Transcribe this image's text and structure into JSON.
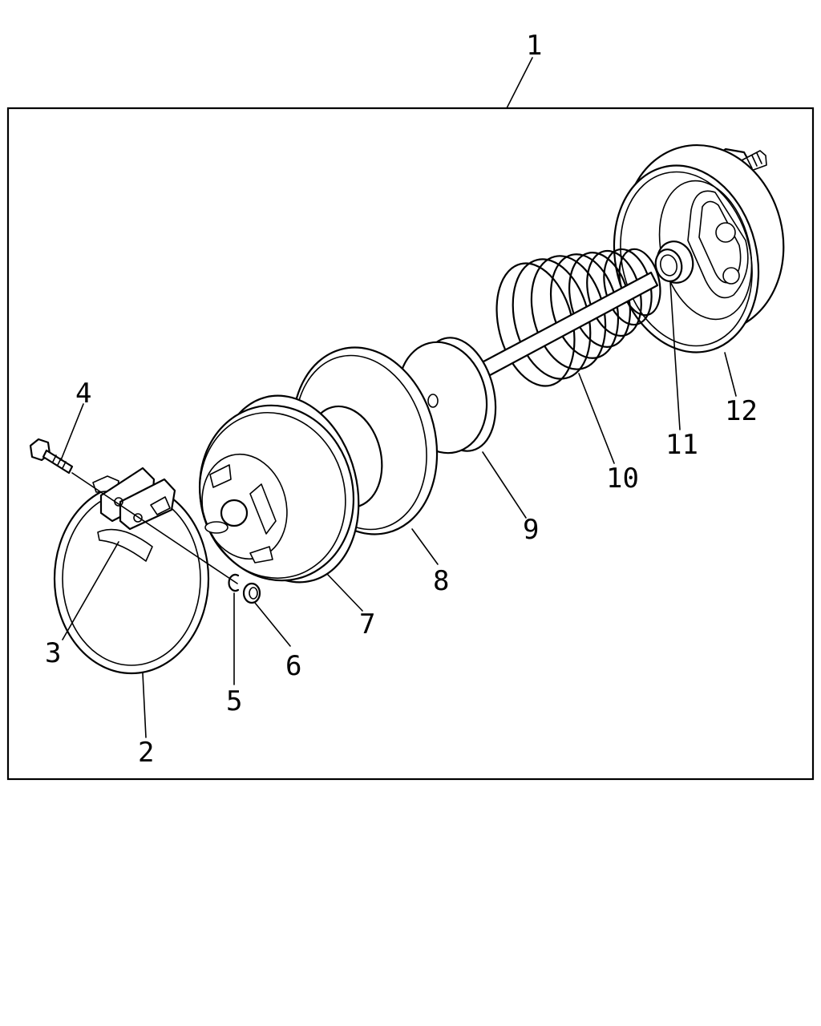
{
  "diagram": {
    "colors": {
      "line": "#000000",
      "background": "#ffffff"
    },
    "callouts": [
      {
        "id": "1",
        "label": "1"
      },
      {
        "id": "2",
        "label": "2"
      },
      {
        "id": "3",
        "label": "3"
      },
      {
        "id": "4",
        "label": "4"
      },
      {
        "id": "5",
        "label": "5"
      },
      {
        "id": "6",
        "label": "6"
      },
      {
        "id": "7",
        "label": "7"
      },
      {
        "id": "8",
        "label": "8"
      },
      {
        "id": "9",
        "label": "9"
      },
      {
        "id": "10",
        "label": "10"
      },
      {
        "id": "11",
        "label": "11"
      },
      {
        "id": "12",
        "label": "12"
      }
    ]
  }
}
